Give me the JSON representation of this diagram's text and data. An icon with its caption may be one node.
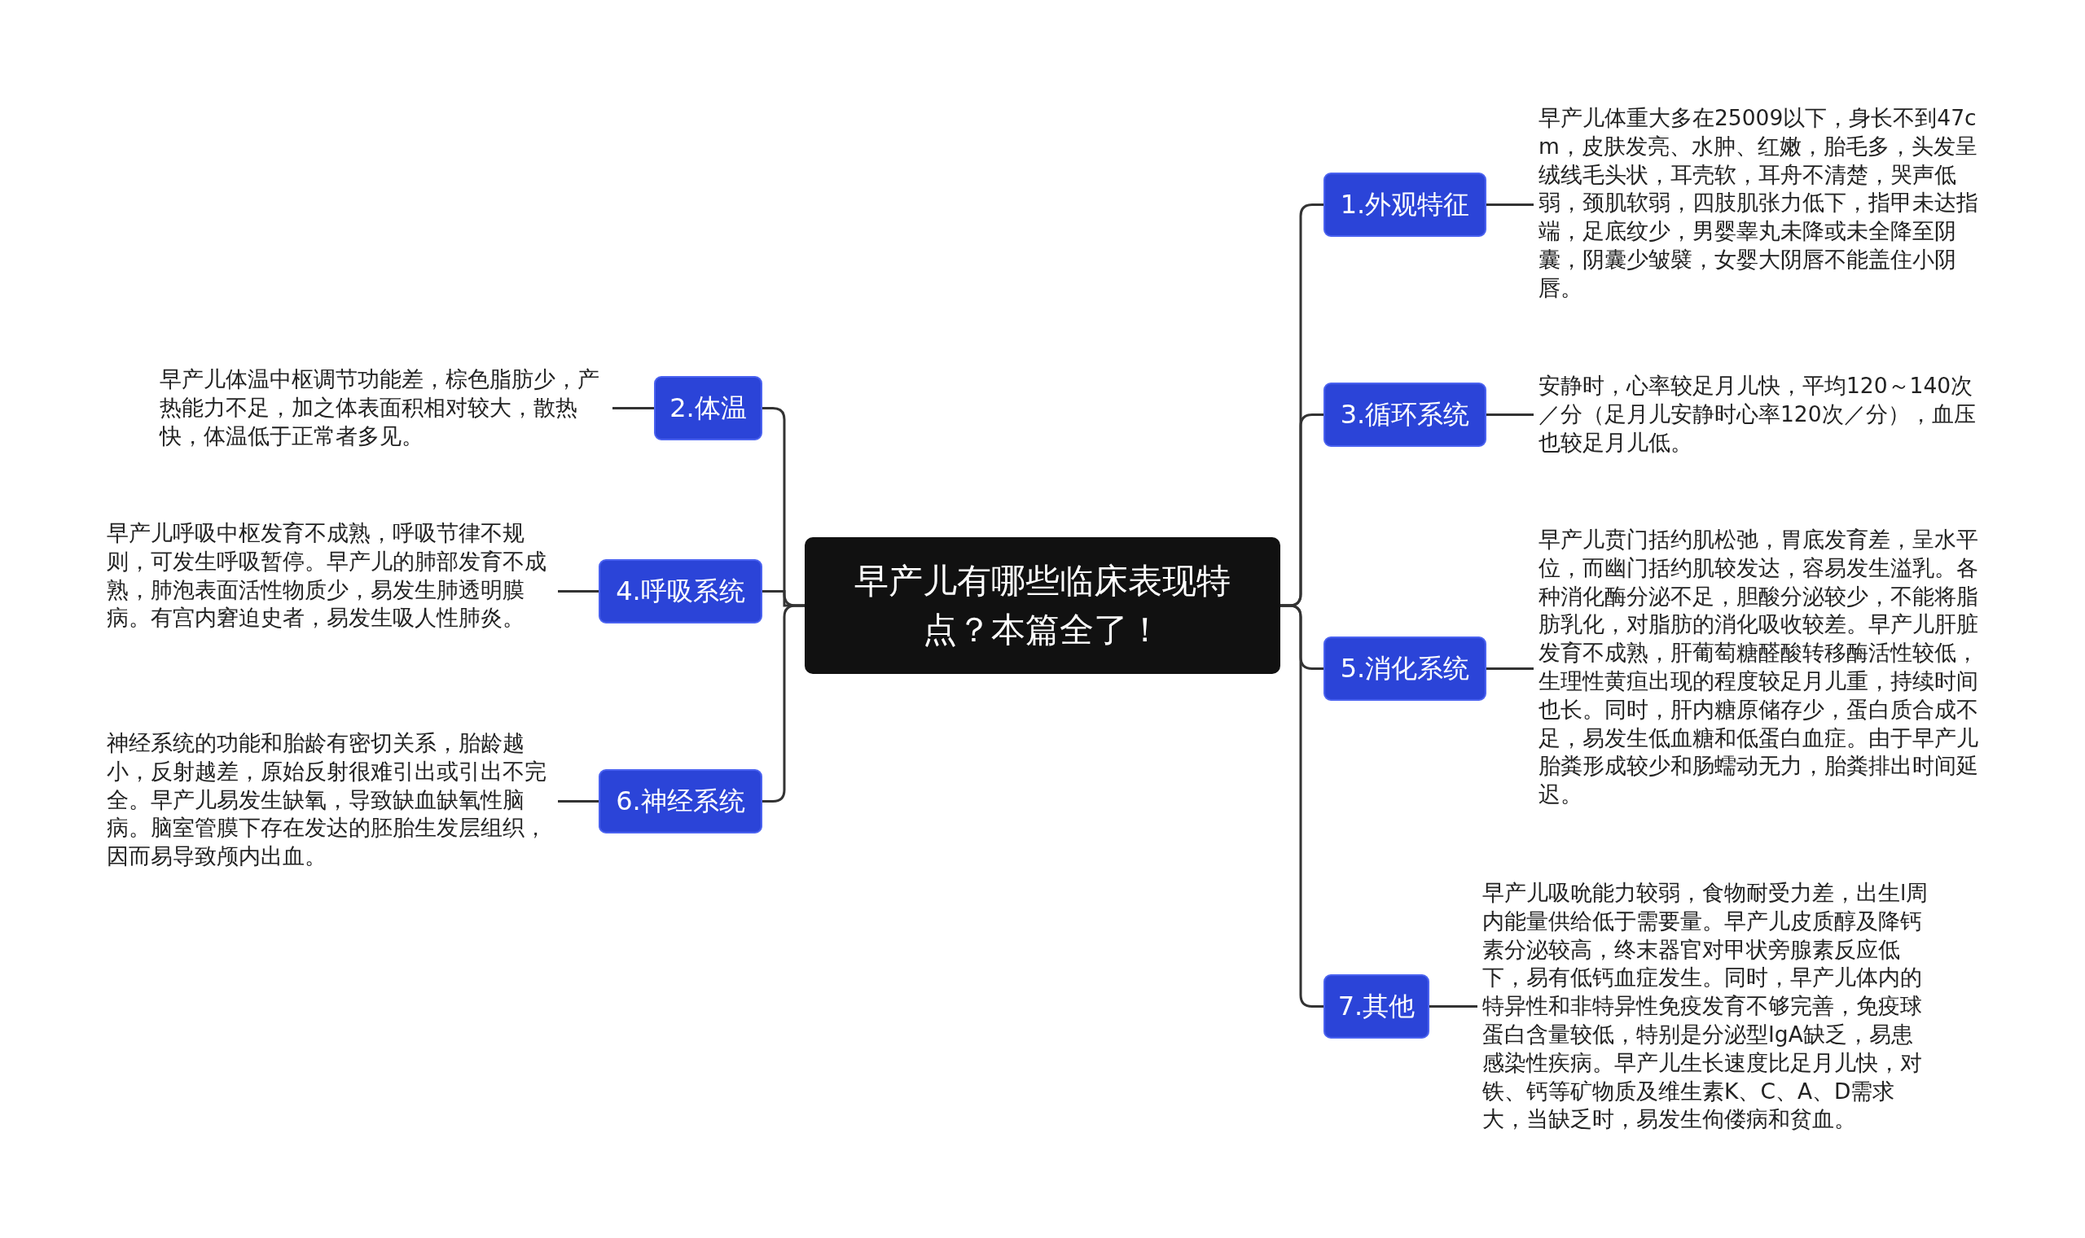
{
  "diagram": {
    "nodes": [
      {
        "text": [
          "早产儿有哪些临床表现特点？本篇全了！"
        ]
      },
      {
        "text": [
          "1.外观特征"
        ]
      },
      {
        "text": [
          "2.体温"
        ]
      },
      {
        "text": [
          "3.循环系统"
        ]
      },
      {
        "text": [
          "4.呼吸系统"
        ]
      },
      {
        "text": [
          "5.消化系统"
        ]
      },
      {
        "text": [
          "6.神经系统"
        ]
      },
      {
        "text": [
          "7.其他"
        ]
      },
      {
        "text": [
          "早产儿体重大多在25009以下，身长不到47cm，皮肤发亮、水肿、红嫩，胎毛多，头发呈绒线毛头状，耳壳软，耳舟不清楚，哭声低弱，颈肌软弱，四肢肌张力低下，指甲未达指端，足底纹少，男婴睾丸未降或未全降至阴囊，阴囊少皱襞，女婴大阴唇不能盖住小阴唇。"
        ]
      },
      {
        "text": [
          "早产儿体温中枢调节功能差，棕色脂肪少，产热能力不足，加之体表面积相对较大，散热快，体温低于正常者多见。"
        ]
      },
      {
        "text": [
          "安静时，心率较足月儿快，平均120～140次／分（足月儿安静时心率120次／分），血压也较足月儿低。"
        ]
      },
      {
        "text": [
          "早产儿呼吸中枢发育不成熟，呼吸节律不规则，可发生呼吸暂停。早产儿的肺部发育不成熟，肺泡表面活性物质少，易发生肺透明膜病。有宫内窘迫史者，易发生吸人性肺炎。"
        ]
      },
      {
        "text": [
          "早产儿贲门括约肌松弛，胃底发育差，呈水平位，而幽门括约肌较发达，容易发生溢乳。各种消化酶分泌不足，胆酸分泌较少，不能将脂肪乳化，对脂肪的消化吸收较差。早产儿肝脏发育不成熟，肝葡萄糖醛酸转移酶活性较低，生理性黄疸出现的程度较足月儿重，持续时间也长。同时，肝内糖原储存少，蛋白质合成不足，易发生低血糖和低蛋白血症。由于早产儿胎粪形成较少和肠蠕动无力，胎粪排出时间延迟。"
        ]
      },
      {
        "text": [
          "神经系统的功能和胎龄有密切关系，胎龄越小，反射越差，原始反射很难引出或引出不完全。早产儿易发生缺氧，导致缺血缺氧性脑病。脑室管膜下存在发达的胚胎生发层组织，因而易导致颅内出血。"
        ]
      },
      {
        "text": [
          "早产儿吸吮能力较弱，食物耐受力差，出生l周内能量供给低于需要量。早产儿皮质醇及降钙素分泌较高，终末器官对甲状旁腺素反应低下，易有低钙血症发生。同时，早产儿体内的特异性和非特异性免疫发育不够完善，免疫球蛋白含量较低，特别是分泌型IgA缺乏，易患感染性疾病。早产儿生长速度比足月儿快，对铁、钙等矿物质及维生素K、C、A、D需求大，当缺乏时，易发生佝偻病和贫血。"
        ]
      }
    ],
    "edges": [
      {
        "from": 0,
        "to": 1,
        "arrow": "none"
      },
      {
        "from": 0,
        "to": 2,
        "arrow": "none"
      },
      {
        "from": 0,
        "to": 3,
        "arrow": "none"
      },
      {
        "from": 0,
        "to": 4,
        "arrow": "none"
      },
      {
        "from": 0,
        "to": 5,
        "arrow": "none"
      },
      {
        "from": 0,
        "to": 6,
        "arrow": "none"
      },
      {
        "from": 0,
        "to": 7,
        "arrow": "none"
      },
      {
        "from": 1,
        "to": 8,
        "arrow": "none"
      },
      {
        "from": 2,
        "to": 9,
        "arrow": "none"
      },
      {
        "from": 3,
        "to": 10,
        "arrow": "none"
      },
      {
        "from": 4,
        "to": 11,
        "arrow": "none"
      },
      {
        "from": 5,
        "to": 12,
        "arrow": "none"
      },
      {
        "from": 6,
        "to": 13,
        "arrow": "none"
      },
      {
        "from": 7,
        "to": 14,
        "arrow": "none"
      }
    ]
  }
}
